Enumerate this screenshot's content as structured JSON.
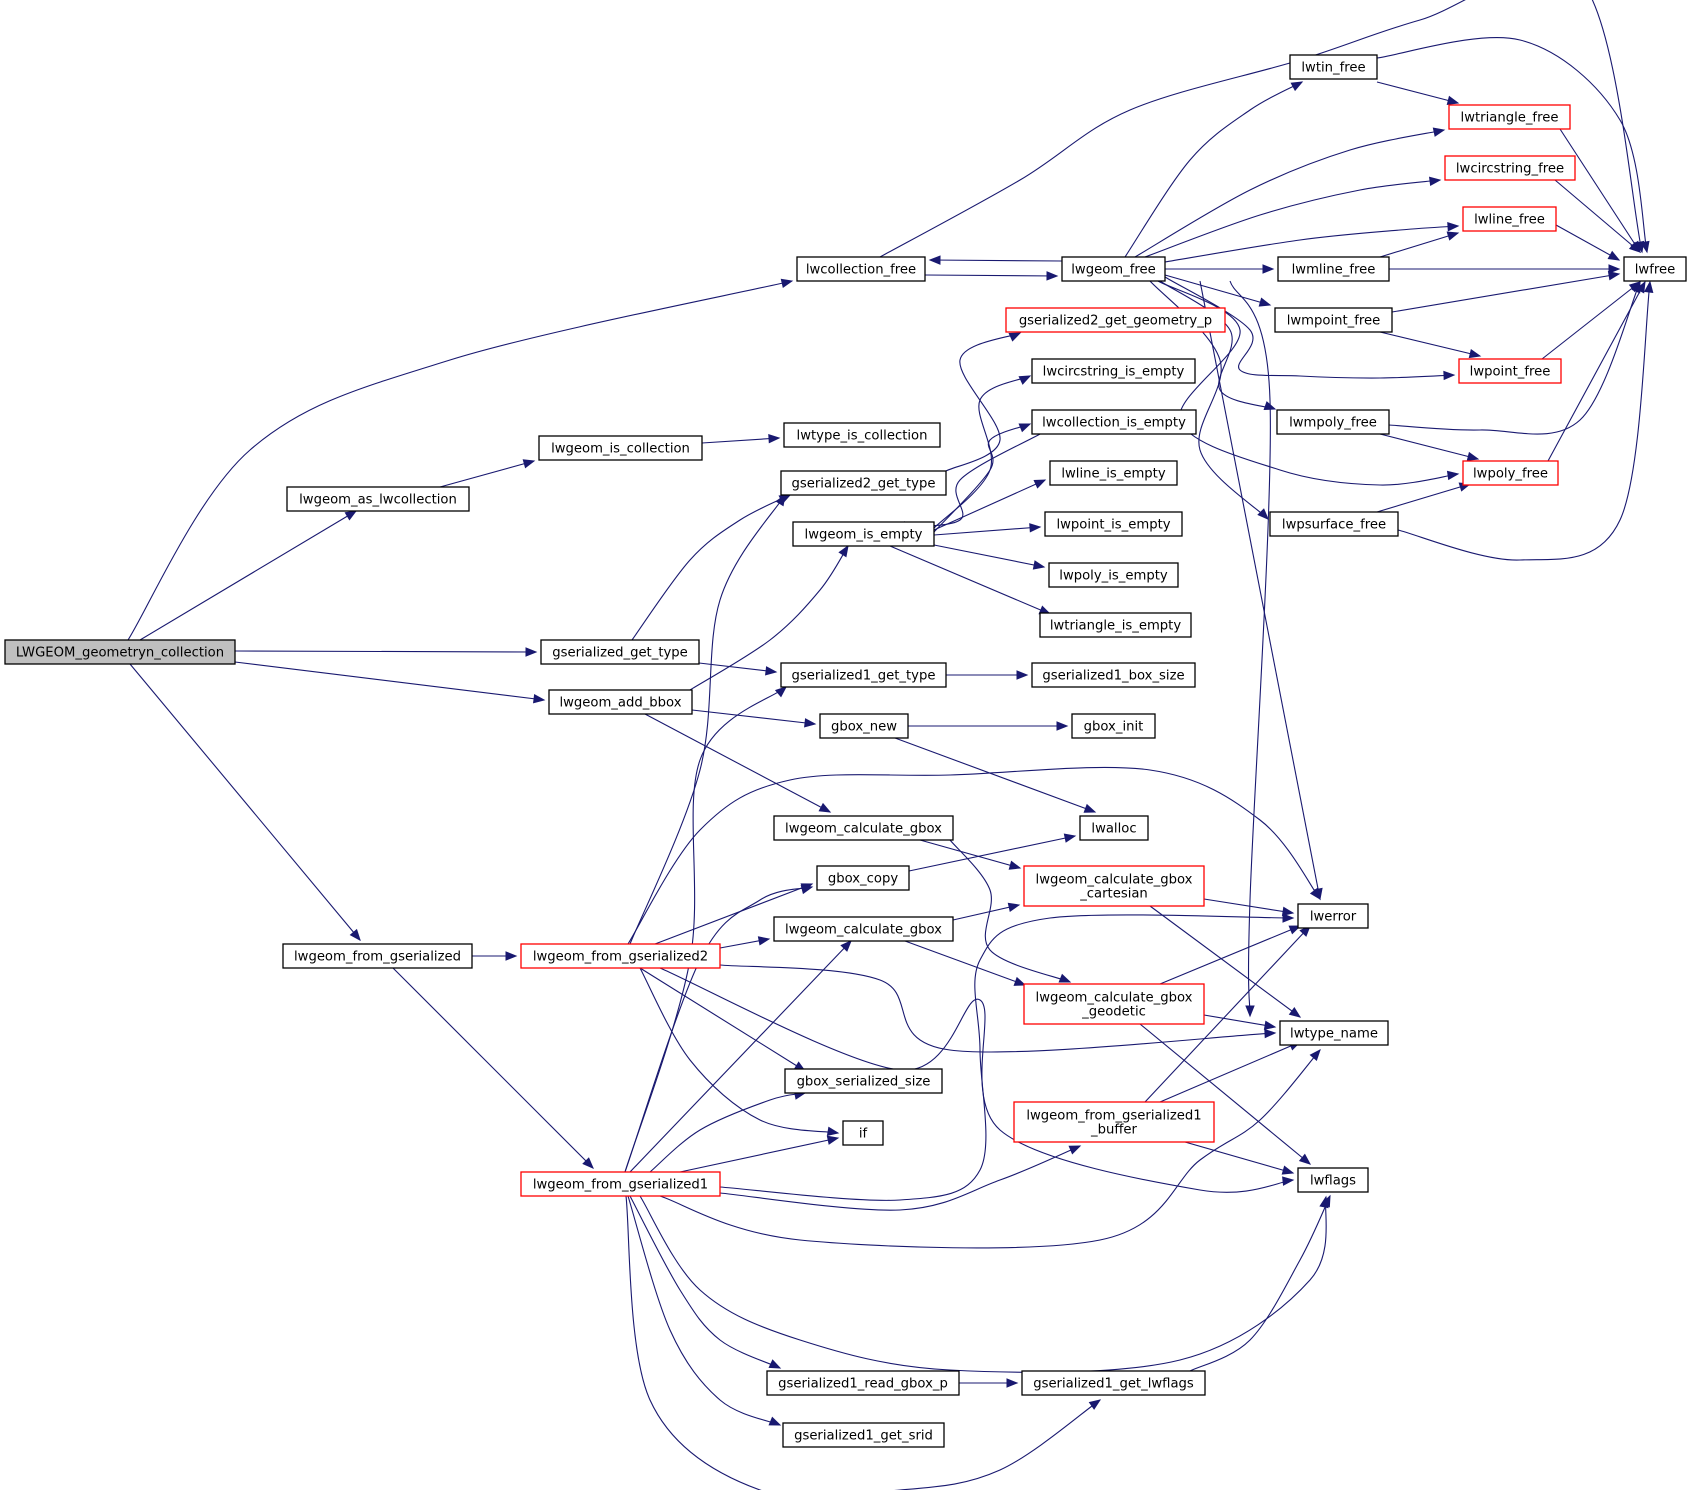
{
  "colors": {
    "edge": "#191970",
    "node_border": "#000000",
    "node_border_truncated": "#ff0000",
    "root_fill": "#bfbfbf",
    "node_fill": "#ffffff"
  },
  "nodes": {
    "root": {
      "lines": [
        "LWGEOM_geometryn_collection"
      ],
      "style": "root"
    },
    "lwcollection_free": {
      "lines": [
        "lwcollection_free"
      ],
      "style": "normal"
    },
    "lwgeom_as_lwcollection": {
      "lines": [
        "lwgeom_as_lwcollection"
      ],
      "style": "normal"
    },
    "lwgeom_is_collection": {
      "lines": [
        "lwgeom_is_collection"
      ],
      "style": "normal"
    },
    "lwtype_is_collection": {
      "lines": [
        "lwtype_is_collection"
      ],
      "style": "normal"
    },
    "gserialized_get_type": {
      "lines": [
        "gserialized_get_type"
      ],
      "style": "normal"
    },
    "lwgeom_add_bbox": {
      "lines": [
        "lwgeom_add_bbox"
      ],
      "style": "normal"
    },
    "lwgeom_from_gserialized": {
      "lines": [
        "lwgeom_from_gserialized"
      ],
      "style": "normal"
    },
    "lwgeom_from_gserialized2": {
      "lines": [
        "lwgeom_from_gserialized2"
      ],
      "style": "truncated"
    },
    "lwgeom_from_gserialized1": {
      "lines": [
        "lwgeom_from_gserialized1"
      ],
      "style": "truncated"
    },
    "lwgeom_free": {
      "lines": [
        "lwgeom_free"
      ],
      "style": "normal"
    },
    "gserialized2_get_geometry_p": {
      "lines": [
        "gserialized2_get_geometry_p"
      ],
      "style": "truncated"
    },
    "lwcircstring_is_empty": {
      "lines": [
        "lwcircstring_is_empty"
      ],
      "style": "normal"
    },
    "lwcollection_is_empty": {
      "lines": [
        "lwcollection_is_empty"
      ],
      "style": "normal"
    },
    "lwline_is_empty": {
      "lines": [
        "lwline_is_empty"
      ],
      "style": "normal"
    },
    "lwpoint_is_empty": {
      "lines": [
        "lwpoint_is_empty"
      ],
      "style": "normal"
    },
    "lwpoly_is_empty": {
      "lines": [
        "lwpoly_is_empty"
      ],
      "style": "normal"
    },
    "lwtriangle_is_empty": {
      "lines": [
        "lwtriangle_is_empty"
      ],
      "style": "normal"
    },
    "gserialized2_get_type": {
      "lines": [
        "gserialized2_get_type"
      ],
      "style": "normal"
    },
    "lwgeom_is_empty": {
      "lines": [
        "lwgeom_is_empty"
      ],
      "style": "normal"
    },
    "gserialized1_get_type": {
      "lines": [
        "gserialized1_get_type"
      ],
      "style": "normal"
    },
    "gserialized1_box_size": {
      "lines": [
        "gserialized1_box_size"
      ],
      "style": "normal"
    },
    "gbox_new": {
      "lines": [
        "gbox_new"
      ],
      "style": "normal"
    },
    "gbox_init": {
      "lines": [
        "gbox_init"
      ],
      "style": "normal"
    },
    "lwgeom_calculate_gbox_a": {
      "lines": [
        "lwgeom_calculate_gbox"
      ],
      "style": "normal"
    },
    "lwalloc": {
      "lines": [
        "lwalloc"
      ],
      "style": "normal"
    },
    "gbox_copy": {
      "lines": [
        "gbox_copy"
      ],
      "style": "normal"
    },
    "lwgeom_calculate_gbox_b": {
      "lines": [
        "lwgeom_calculate_gbox"
      ],
      "style": "normal"
    },
    "lwgeom_calculate_gbox_cartesian": {
      "lines": [
        "lwgeom_calculate_gbox",
        "_cartesian"
      ],
      "style": "truncated"
    },
    "lwgeom_calculate_gbox_geodetic": {
      "lines": [
        "lwgeom_calculate_gbox",
        "_geodetic"
      ],
      "style": "truncated"
    },
    "gbox_serialized_size": {
      "lines": [
        "gbox_serialized_size"
      ],
      "style": "normal"
    },
    "if": {
      "lines": [
        "if"
      ],
      "style": "normal"
    },
    "lwgeom_from_gserialized1_buffer": {
      "lines": [
        "lwgeom_from_gserialized1",
        "_buffer"
      ],
      "style": "truncated"
    },
    "gserialized1_read_gbox_p": {
      "lines": [
        "gserialized1_read_gbox_p"
      ],
      "style": "normal"
    },
    "gserialized1_get_lwflags": {
      "lines": [
        "gserialized1_get_lwflags"
      ],
      "style": "normal"
    },
    "gserialized1_get_srid": {
      "lines": [
        "gserialized1_get_srid"
      ],
      "style": "normal"
    },
    "lwtin_free": {
      "lines": [
        "lwtin_free"
      ],
      "style": "normal"
    },
    "lwtriangle_free": {
      "lines": [
        "lwtriangle_free"
      ],
      "style": "truncated"
    },
    "lwcircstring_free": {
      "lines": [
        "lwcircstring_free"
      ],
      "style": "truncated"
    },
    "lwline_free": {
      "lines": [
        "lwline_free"
      ],
      "style": "truncated"
    },
    "lwmline_free": {
      "lines": [
        "lwmline_free"
      ],
      "style": "normal"
    },
    "lwmpoint_free": {
      "lines": [
        "lwmpoint_free"
      ],
      "style": "normal"
    },
    "lwpoint_free": {
      "lines": [
        "lwpoint_free"
      ],
      "style": "truncated"
    },
    "lwmpoly_free": {
      "lines": [
        "lwmpoly_free"
      ],
      "style": "normal"
    },
    "lwpoly_free": {
      "lines": [
        "lwpoly_free"
      ],
      "style": "truncated"
    },
    "lwpsurface_free": {
      "lines": [
        "lwpsurface_free"
      ],
      "style": "normal"
    },
    "lwfree": {
      "lines": [
        "lwfree"
      ],
      "style": "normal"
    },
    "lwerror": {
      "lines": [
        "lwerror"
      ],
      "style": "normal"
    },
    "lwtype_name": {
      "lines": [
        "lwtype_name"
      ],
      "style": "normal"
    },
    "lwflags": {
      "lines": [
        "lwflags"
      ],
      "style": "normal"
    }
  }
}
